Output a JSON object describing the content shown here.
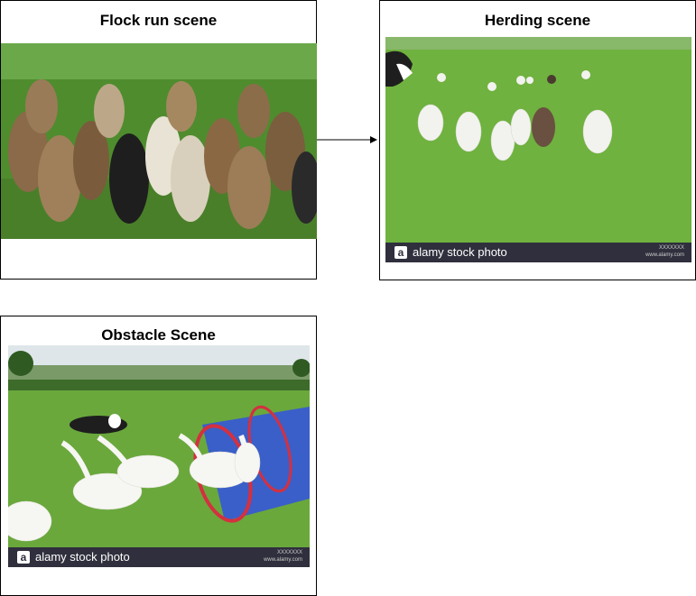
{
  "scenes": {
    "flock": {
      "title": "Flock run scene"
    },
    "herding": {
      "title": "Herding scene",
      "credit": "alamy stock photo",
      "logo": "a",
      "image_id": "XXXXXXX",
      "site": "www.alamy.com"
    },
    "obstacle": {
      "title": "Obstacle Scene",
      "credit": "alamy stock photo",
      "logo": "a",
      "image_id": "XXXXXXX",
      "site": "www.alamy.com"
    }
  },
  "connections": [
    {
      "from": "flock",
      "to": "herding",
      "style": "arrow"
    }
  ],
  "icons": {
    "connector": "arrow-right-icon",
    "stock_logo": "alamy-logo-icon"
  },
  "colors": {
    "border": "#000000",
    "grass": "#5f9e34",
    "tunnel": "#3a5fc8",
    "stock_bar": "#2f2f3d"
  }
}
